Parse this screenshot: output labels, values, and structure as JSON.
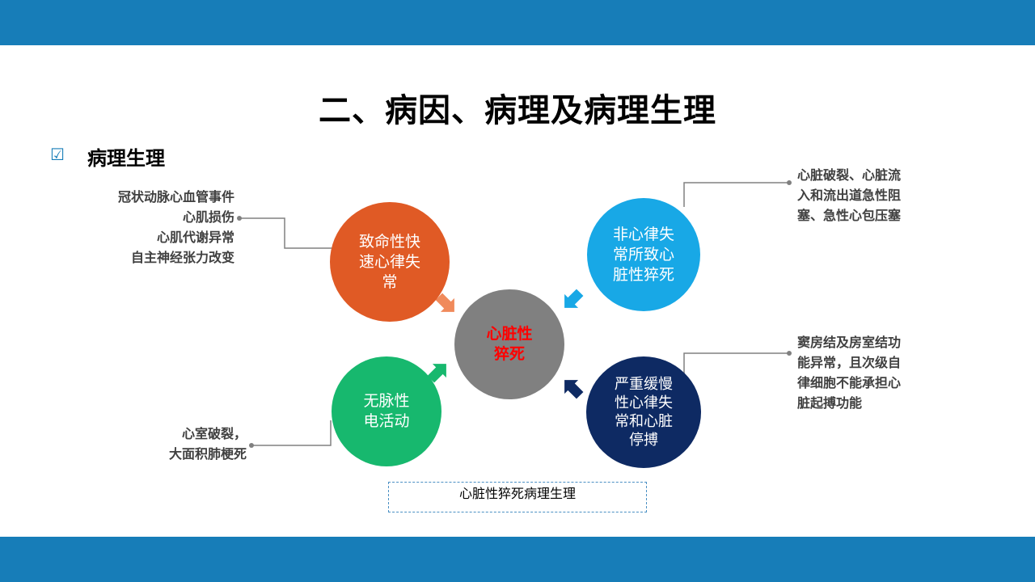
{
  "title": "二、病因、病理及病理生理",
  "section": {
    "check_icon": "checkbox-checked-icon",
    "label": "病理生理"
  },
  "center": {
    "label": "心脏性\n猝死",
    "color": "#808080",
    "text_color": "#ff0000"
  },
  "nodes": [
    {
      "id": "orange",
      "label": "致命性快\n速心律失\n常",
      "color": "#e05a25"
    },
    {
      "id": "lightblue",
      "label": "非心律失\n常所致心\n脏性猝死",
      "color": "#18a8e6"
    },
    {
      "id": "green",
      "label": "无脉性\n电活动",
      "color": "#17b86e"
    },
    {
      "id": "navy",
      "label": "严重缓慢\n性心律失\n常和心脏\n停搏",
      "color": "#0e2a63"
    }
  ],
  "notes": {
    "top_left": [
      "冠状动脉心血管事件",
      "心肌损伤",
      "心肌代谢异常",
      "自主神经张力改变"
    ],
    "bottom_left": [
      "心室破裂，",
      "大面积肺梗死"
    ],
    "top_right": [
      "心脏破裂、心脏流",
      "入和流出道急性阻",
      "塞、急性心包压塞"
    ],
    "bottom_right": [
      "窦房结及房室结功",
      "能异常，且次级自",
      "律细胞不能承担心",
      "脏起搏功能"
    ]
  },
  "caption": "心脏性猝死病理生理",
  "colors": {
    "band": "#177db8",
    "connector": "#808080"
  }
}
